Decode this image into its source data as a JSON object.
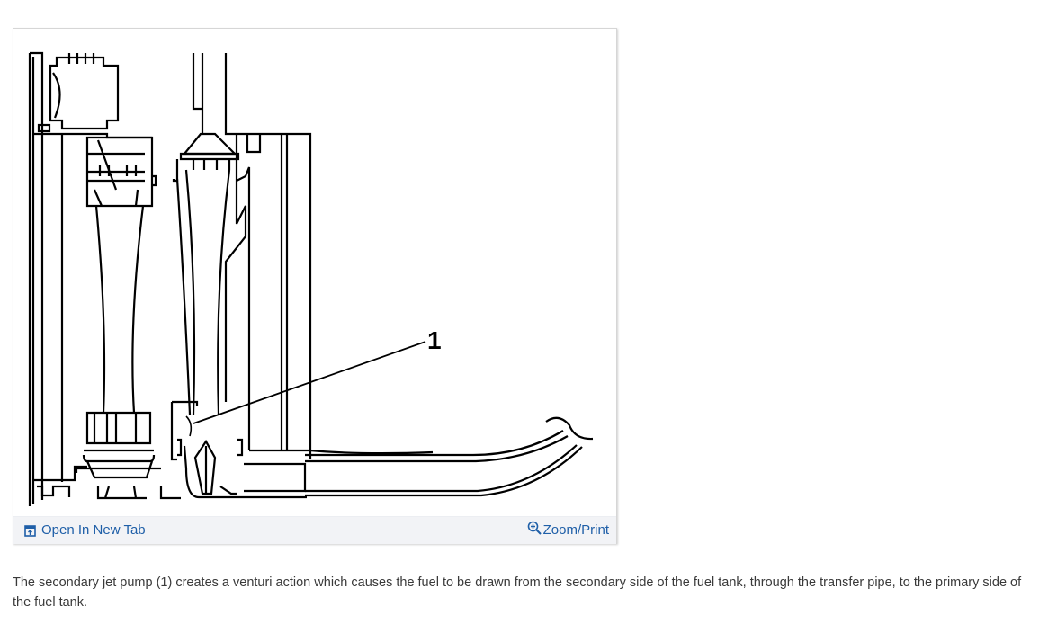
{
  "figure": {
    "callout_label": "1",
    "footer": {
      "open_in_new_tab": {
        "label": "Open In New Tab",
        "icon": "open-in-new-tab-icon"
      },
      "zoom_print": {
        "label": "Zoom/Print",
        "icon": "zoom-in-magnifier-icon"
      }
    },
    "link_color": "#1f5fa8"
  },
  "caption": {
    "text": " The secondary jet pump (1) creates a venturi action which causes the fuel to be drawn from the secondary side of the fuel tank, through the transfer pipe, to the primary side of the fuel tank."
  }
}
